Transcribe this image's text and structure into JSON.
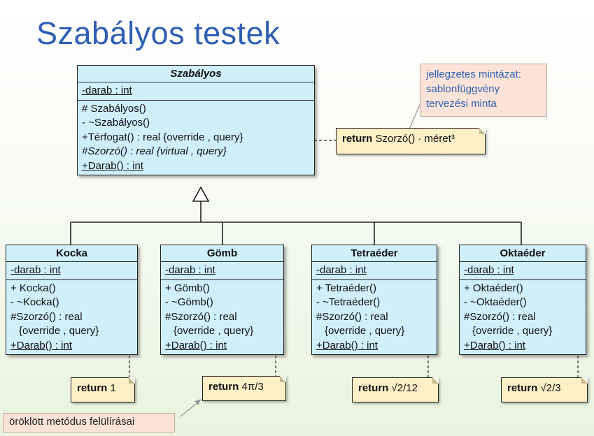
{
  "title": "Szabályos testek",
  "base_class": {
    "name": "Szabályos",
    "attributes": [
      "-darab : int"
    ],
    "operations": [
      "# Szabályos()",
      "- ~Szabályos()",
      "+Térfogat() : real {override , query}",
      "#Szorzó() : real  {virtual , query}",
      "+Darab() : int"
    ]
  },
  "base_note": {
    "keyword": "return",
    "text": "Szorzó() · méret³"
  },
  "callout_top": [
    "jellegzetes mintázat:",
    "sablonfüggvény",
    "tervezési minta"
  ],
  "callout_bottom": "öröklött metódus felülírásai",
  "subclasses": [
    {
      "name": "Kocka",
      "attribute": "-darab : int",
      "operations": [
        "+ Kocka()",
        "- ~Kocka()",
        "#Szorzó() : real",
        "{override , query}",
        "+Darab() : int"
      ],
      "note_keyword": "return",
      "note_value": "1"
    },
    {
      "name": "Gömb",
      "attribute": "-darab : int",
      "operations": [
        "+ Gömb()",
        "- ~Gömb()",
        "#Szorzó() : real",
        "{override , query}",
        "+Darab() : int"
      ],
      "note_keyword": "return",
      "note_value": "4π/3"
    },
    {
      "name": "Tetraéder",
      "attribute": "-darab : int",
      "operations": [
        "+ Tetraéder()",
        "- ~Tetraéder()",
        "#Szorzó() : real",
        "{override , query}",
        "+Darab() : int"
      ],
      "note_keyword": "return",
      "note_value": "√2/12"
    },
    {
      "name": "Oktaéder",
      "attribute": "-darab : int",
      "operations": [
        "+ Oktaéder()",
        "- ~Oktaéder()",
        "#Szorzó() : real",
        "{override , query}",
        "+Darab() : int"
      ],
      "note_keyword": "return",
      "note_value": "√2/3"
    }
  ]
}
